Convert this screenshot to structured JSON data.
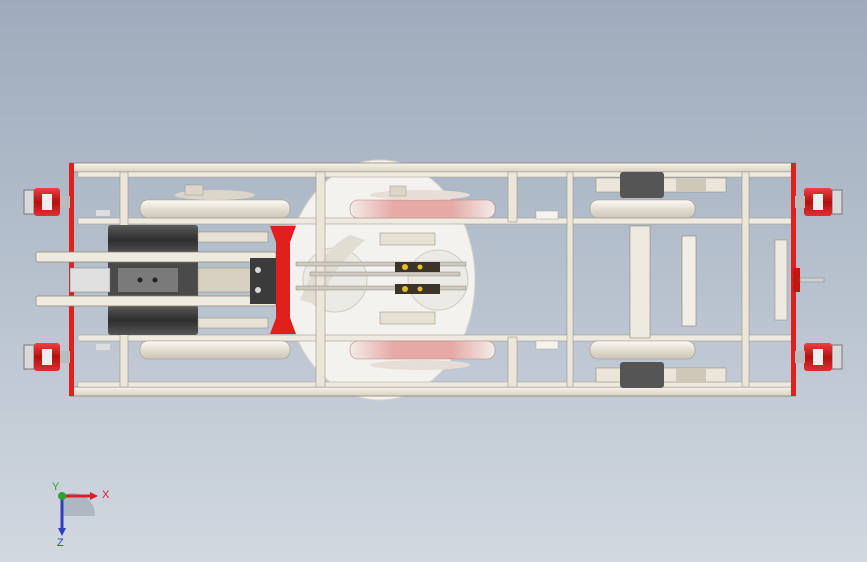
{
  "view": {
    "background_top": "#9fabbc",
    "background_bottom": "#d2d8e0"
  },
  "model": {
    "frame_color": "#e8e2d2",
    "frame_stroke": "#8a8577",
    "accent_red": "#e0201c",
    "buffer_red": "#c41515",
    "dark_metal": "#3e3e3e",
    "wheel_color": "#f2f0ea"
  },
  "triad": {
    "x_label": "X",
    "y_label": "Y",
    "z_label": "Z",
    "x_color": "#d8202a",
    "y_color": "#2fa12f",
    "z_color": "#2d3fbf"
  }
}
